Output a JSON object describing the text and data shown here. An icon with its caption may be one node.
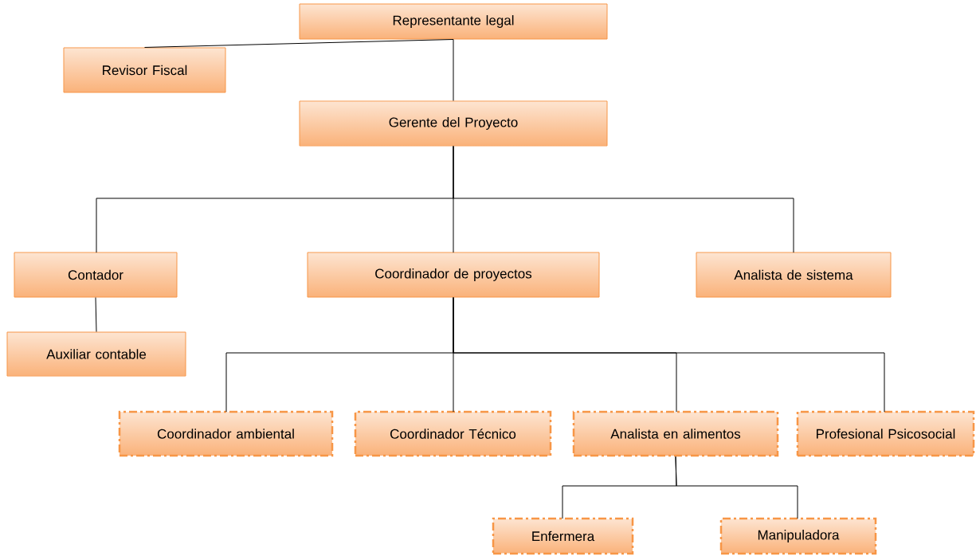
{
  "diagram": {
    "nodes": [
      {
        "text": [
          "Representante legal"
        ]
      },
      {
        "text": [
          "Revisor Fiscal"
        ]
      },
      {
        "text": [
          "Gerente del Proyecto"
        ]
      },
      {
        "text": [
          "Contador"
        ]
      },
      {
        "text": [
          "Coordinador de proyectos"
        ]
      },
      {
        "text": [
          "Analista de sistema"
        ]
      },
      {
        "text": [
          "Auxiliar contable"
        ]
      },
      {
        "text": [
          "Coordinador ambiental"
        ]
      },
      {
        "text": [
          "Coordinador Técnico"
        ]
      },
      {
        "text": [
          "Analista en alimentos"
        ]
      },
      {
        "text": [
          "Profesional Psicosocial"
        ]
      },
      {
        "text": [
          "Enfermera"
        ]
      },
      {
        "text": [
          "Manipuladora"
        ]
      }
    ],
    "edges": [
      {
        "from": 0,
        "to": 2,
        "arrow": "none"
      },
      {
        "from": 0,
        "to": 1,
        "arrow": "none"
      },
      {
        "from": 2,
        "to": 3,
        "arrow": "none"
      },
      {
        "from": 2,
        "to": 4,
        "arrow": "none"
      },
      {
        "from": 2,
        "to": 5,
        "arrow": "none"
      },
      {
        "from": 3,
        "to": 6,
        "arrow": "none"
      },
      {
        "from": 4,
        "to": 7,
        "arrow": "none"
      },
      {
        "from": 4,
        "to": 8,
        "arrow": "none"
      },
      {
        "from": 4,
        "to": 9,
        "arrow": "none"
      },
      {
        "from": 4,
        "to": 10,
        "arrow": "none"
      },
      {
        "from": 9,
        "to": 11,
        "arrow": "none"
      },
      {
        "from": 9,
        "to": 12,
        "arrow": "none"
      }
    ]
  }
}
